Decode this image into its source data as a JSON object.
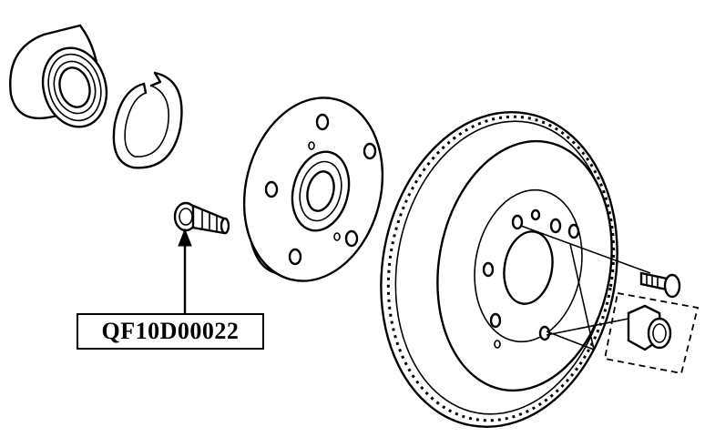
{
  "part_label": {
    "text": "QF10D00022",
    "target": "wheel-stud"
  },
  "parts": [
    {
      "id": "wheel-bearing"
    },
    {
      "id": "snap-ring"
    },
    {
      "id": "wheel-hub"
    },
    {
      "id": "wheel-stud"
    },
    {
      "id": "brake-disc"
    },
    {
      "id": "disc-screw"
    },
    {
      "id": "spindle-nut"
    }
  ],
  "colors": {
    "line": "#000000",
    "background": "#ffffff"
  }
}
